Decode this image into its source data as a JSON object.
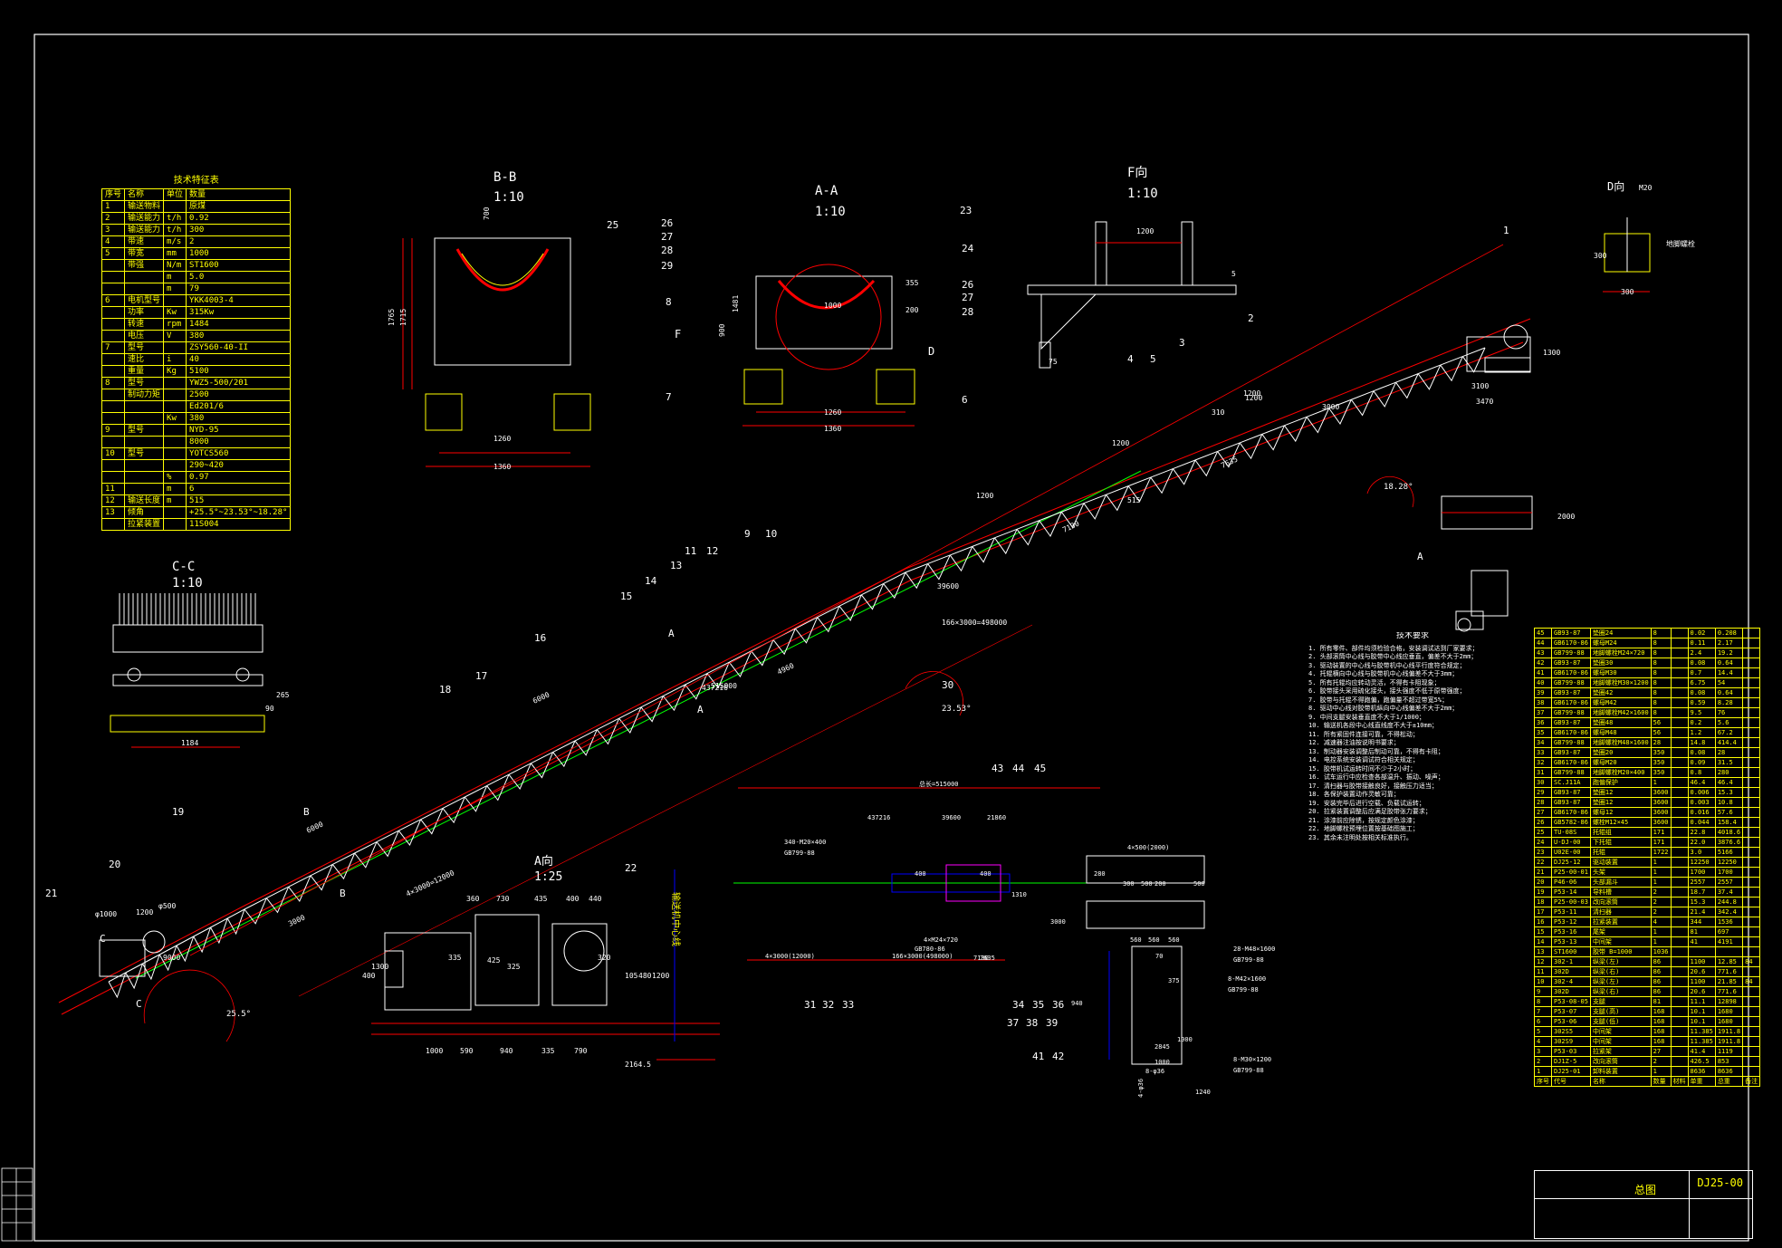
{
  "sheet": {
    "drawing_no": "DJ25-00",
    "title_label": "总图",
    "colors": {
      "background": "#000000",
      "frame": "#ffffff",
      "outline": "#ffffff",
      "conveyor": "#ff0000",
      "dim": "#ff0000",
      "text": "#ffff00",
      "centerline": "#00ff00",
      "hidden": "#0000ff",
      "accent": "#ff00ff"
    }
  },
  "tech_table": {
    "title": "技术特征表",
    "header": [
      "序号",
      "名称",
      "单位",
      "数量"
    ],
    "rows": [
      [
        "1",
        "输送物料",
        "",
        "原煤"
      ],
      [
        "2",
        "输送能力",
        "t/h",
        "0.92"
      ],
      [
        "3",
        "输送能力",
        "t/h",
        "300"
      ],
      [
        "4",
        "带速",
        "m/s",
        "2"
      ],
      [
        "5",
        "带宽",
        "mm",
        "1000"
      ],
      [
        "",
        "带强",
        "N/m",
        "ST1600"
      ],
      [
        "",
        "",
        "m",
        "5.0"
      ],
      [
        "",
        "",
        "m",
        "79"
      ],
      [
        "6",
        "电机型号",
        "",
        "YKK4003-4"
      ],
      [
        "",
        "功率",
        "Kw",
        "315Kw"
      ],
      [
        "",
        "转速",
        "rpm",
        "1484"
      ],
      [
        "",
        "电压",
        "V",
        "380"
      ],
      [
        "7",
        "型号",
        "",
        "ZSY560-40-II"
      ],
      [
        "",
        "速比",
        "i",
        "40"
      ],
      [
        "",
        "重量",
        "Kg",
        "5100"
      ],
      [
        "8",
        "型号",
        "",
        "YWZ5-500/201"
      ],
      [
        "",
        "制动力矩",
        "",
        "2500"
      ],
      [
        "",
        "",
        "",
        "Ed201/6"
      ],
      [
        "",
        "",
        "Kw",
        "380"
      ],
      [
        "9",
        "型号",
        "",
        "NYD-95"
      ],
      [
        "",
        "",
        "",
        "8000"
      ],
      [
        "10",
        "型号",
        "",
        "YOTCS560"
      ],
      [
        "",
        "",
        "",
        "290~420"
      ],
      [
        "",
        "",
        "%",
        "0.97"
      ],
      [
        "11",
        "",
        "m",
        "6"
      ],
      [
        "12",
        "输送长度",
        "m",
        "515"
      ],
      [
        "13",
        "倾角",
        "",
        "+25.5°~23.53°~18.28°"
      ],
      [
        "",
        "拉紧装置",
        "",
        "11S004"
      ]
    ]
  },
  "views": {
    "bb": {
      "name": "B-B",
      "scale": "1:10",
      "dims": [
        "700",
        "1765",
        "1715",
        "1260",
        "1360"
      ],
      "callout": "25"
    },
    "aa": {
      "name": "A-A",
      "scale": "1:10",
      "dims": [
        "1000",
        "1481",
        "900",
        "1260",
        "1360",
        "355",
        "200"
      ],
      "callouts": [
        "26",
        "27",
        "28",
        "29",
        "8",
        "7",
        "23",
        "24",
        "26",
        "27",
        "28",
        "6"
      ],
      "arrows": [
        "F",
        "D"
      ]
    },
    "fv": {
      "name": "F向",
      "scale": "1:10",
      "dims": [
        "1200",
        "75",
        "5"
      ]
    },
    "dv": {
      "name": "D向",
      "dims": [
        "300",
        "300",
        "M20"
      ],
      "label": "地脚螺栓"
    },
    "cc": {
      "name": "C-C",
      "scale": "1:10",
      "dims": [
        "265",
        "90",
        "1184"
      ]
    },
    "av": {
      "name": "A向",
      "scale": "1:25",
      "dims": [
        "360",
        "730",
        "435",
        "400",
        "440",
        "335",
        "425",
        "325",
        "320",
        "105",
        "480",
        "1200",
        "400",
        "1300",
        "1000",
        "590",
        "940",
        "335",
        "790",
        "2164.5"
      ],
      "callout": "22",
      "side_label": "输送机中心线"
    }
  },
  "main_view": {
    "callouts": [
      "1",
      "2",
      "3",
      "4",
      "5",
      "9",
      "10",
      "11",
      "12",
      "13",
      "14",
      "15",
      "16",
      "17",
      "18",
      "19",
      "20",
      "21",
      "30"
    ],
    "dims": [
      "1200",
      "1200",
      "1200",
      "1200",
      "3000",
      "3100",
      "3470",
      "1300",
      "7635",
      "7130",
      "39600",
      "166×3000=498000",
      "515000",
      "437216",
      "4960",
      "6000",
      "6000",
      "4×3000=12000",
      "3000",
      "9000",
      "φ500",
      "φ1000",
      "1200",
      "310",
      "515",
      "2000"
    ],
    "angles": [
      "25.5°",
      "23.53°",
      "18.28°"
    ],
    "labels": [
      "A",
      "A",
      "B",
      "B",
      "C",
      "C",
      "A"
    ]
  },
  "plan_view": {
    "callouts": [
      "43",
      "44",
      "45",
      "31",
      "32",
      "33",
      "34",
      "35",
      "36",
      "37",
      "38",
      "39",
      "41",
      "42"
    ],
    "dims": [
      "总长=515000",
      "437216",
      "39600",
      "21860",
      "340-M20×400",
      "GB799-88",
      "400",
      "400",
      "1310",
      "3000",
      "4×M24×720",
      "GB780-86",
      "7130",
      "7635",
      "4×3000(12000)",
      "166×3000(498000)",
      "4×500(2000)",
      "300",
      "500",
      "200",
      "500",
      "280",
      "28-M48×1600",
      "GB799-88",
      "8-M42×1600",
      "GB799-88",
      "8-M30×1200",
      "GB799-88",
      "560",
      "560",
      "560",
      "1240",
      "1000",
      "1000",
      "940",
      "375",
      "70",
      "2845",
      "8-φ36"
    ],
    "hole_text": "4-φ36"
  },
  "notes": {
    "heading": "技术要求",
    "lines": [
      "1. 所有零件、部件均须检验合格，安装调试达到厂家要求；",
      "2. 头部滚筒中心线与胶带中心线应垂直，偏差不大于2mm；",
      "3. 驱动装置的中心线与胶带机中心线平行度符合规定；",
      "4. 托辊横向中心线与胶带机中心线偏差不大于3mm；",
      "5. 所有托辊均应转动灵活，不得有卡阻现象；",
      "6. 胶带接头采用硫化接头，接头强度不低于原带强度；",
      "7. 胶带与托辊不得跑偏，跑偏量不超过带宽5%；",
      "8. 驱动中心线对胶带机纵向中心线偏差不大于2mm；",
      "9. 中间支腿安装垂直度不大于1/1000；",
      "10. 输送机各段中心线直线度不大于±10mm；",
      "11. 所有紧固件连接可靠，不得松动；",
      "12. 减速器注油按说明书要求；",
      "13. 制动器安装调整后制动可靠，不得有卡阻；",
      "14. 电控系统安装调试符合相关规定；",
      "15. 胶带机试运转时间不少于2小时；",
      "16. 试车运行中应检查各部温升、振动、噪声；",
      "17. 清扫器与胶带接触良好，接触压力适当；",
      "18. 各保护装置动作灵敏可靠；",
      "19. 安装完毕后进行空载、负载试运转；",
      "20. 拉紧装置调整后应满足胶带张力要求；",
      "21. 涂漆前应除锈，按规定颜色涂漆；",
      "22. 地脚螺栓预埋位置按基础图施工；",
      "23. 其余未注明处按相关标准执行。"
    ]
  },
  "parts_list": {
    "header": [
      "序号",
      "代号",
      "名称",
      "数量",
      "材料",
      "单重",
      "总重",
      "备注"
    ],
    "rows": [
      [
        "45",
        "GB93-87",
        "垫圈24",
        "8",
        "",
        "0.02",
        "0.208",
        ""
      ],
      [
        "44",
        "GB6170-86",
        "螺母M24",
        "8",
        "",
        "0.11",
        "2.17",
        ""
      ],
      [
        "43",
        "GB799-88",
        "地脚螺栓M24×720",
        "8",
        "",
        "2.4",
        "19.2",
        ""
      ],
      [
        "42",
        "GB93-87",
        "垫圈30",
        "8",
        "",
        "0.08",
        "0.64",
        ""
      ],
      [
        "41",
        "GB6170-86",
        "螺母M30",
        "8",
        "",
        "0.7",
        "14.4",
        ""
      ],
      [
        "40",
        "GB799-88",
        "地脚螺栓M30×1200",
        "8",
        "",
        "6.75",
        "54",
        ""
      ],
      [
        "39",
        "GB93-87",
        "垫圈42",
        "8",
        "",
        "0.08",
        "0.64",
        ""
      ],
      [
        "38",
        "GB6170-86",
        "螺母M42",
        "8",
        "",
        "0.59",
        "8.28",
        ""
      ],
      [
        "37",
        "GB799-88",
        "地脚螺栓M42×1600",
        "8",
        "",
        "9.5",
        "76",
        ""
      ],
      [
        "36",
        "GB93-87",
        "垫圈48",
        "56",
        "",
        "0.2",
        "5.6",
        ""
      ],
      [
        "35",
        "GB6170-86",
        "螺母M48",
        "56",
        "",
        "1.2",
        "67.2",
        ""
      ],
      [
        "34",
        "GB799-88",
        "地脚螺栓M48×1600",
        "28",
        "",
        "14.8",
        "414.4",
        ""
      ],
      [
        "33",
        "GB93-87",
        "垫圈20",
        "350",
        "",
        "0.08",
        "28",
        ""
      ],
      [
        "32",
        "GB6170-86",
        "螺母M20",
        "350",
        "",
        "0.09",
        "31.5",
        ""
      ],
      [
        "31",
        "GB799-88",
        "地脚螺栓M20×400",
        "350",
        "",
        "0.8",
        "280",
        ""
      ],
      [
        "30",
        "SC.J11A",
        "跑偏保护",
        "1",
        "",
        "46.4",
        "46.4",
        ""
      ],
      [
        "29",
        "GB93-87",
        "垫圈12",
        "3600",
        "",
        "0.006",
        "15.3",
        ""
      ],
      [
        "28",
        "GB93-87",
        "垫圈12",
        "3600",
        "",
        "0.003",
        "10.8",
        ""
      ],
      [
        "27",
        "GB6170-86",
        "螺母12",
        "3600",
        "",
        "0.016",
        "57.6",
        ""
      ],
      [
        "26",
        "GB5782-86",
        "螺栓M12×45",
        "3600",
        "",
        "0.044",
        "158.4",
        ""
      ],
      [
        "25",
        "TU-08S",
        "托辊组",
        "171",
        "",
        "22.8",
        "4018.6",
        ""
      ],
      [
        "24",
        "U-DJ-00",
        "下托辊",
        "171",
        "",
        "22.0",
        "3876.6",
        ""
      ],
      [
        "23",
        "U02E-00",
        "托辊",
        "1722",
        "",
        "3.0",
        "5166",
        ""
      ],
      [
        "22",
        "DJ25-12",
        "驱动装置",
        "1",
        "",
        "12250",
        "12250",
        ""
      ],
      [
        "21",
        "P25-00-01",
        "头架",
        "1",
        "",
        "1700",
        "1700",
        ""
      ],
      [
        "20",
        "P46-06",
        "头部漏斗",
        "1",
        "",
        "2557",
        "2557",
        ""
      ],
      [
        "19",
        "P53-14",
        "导料槽",
        "2",
        "",
        "18.7",
        "37.4",
        ""
      ],
      [
        "18",
        "P25-00-03",
        "改向滚筒",
        "2",
        "",
        "15.3",
        "244.8",
        ""
      ],
      [
        "17",
        "P53-11",
        "清扫器",
        "2",
        "",
        "21.4",
        "342.4",
        ""
      ],
      [
        "16",
        "P53-12",
        "拉紧装置",
        "4",
        "",
        "344",
        "1536",
        ""
      ],
      [
        "15",
        "P53-16",
        "尾架",
        "1",
        "",
        "81",
        "697",
        ""
      ],
      [
        "14",
        "P53-13",
        "中间架",
        "1",
        "",
        "41",
        "4191",
        ""
      ],
      [
        "13",
        "ST1600",
        "胶带 B=1000",
        "1036",
        "",
        "",
        "",
        ""
      ],
      [
        "12",
        "302-1",
        "纵梁(左)",
        "86",
        "",
        "1100",
        "12.85",
        "84"
      ],
      [
        "11",
        "302D",
        "纵梁(右)",
        "86",
        "",
        "20.6",
        "771.6",
        ""
      ],
      [
        "10",
        "302-4",
        "纵梁(左)",
        "86",
        "",
        "1100",
        "21.85",
        "84"
      ],
      [
        "9",
        "302D",
        "纵梁(右)",
        "86",
        "",
        "20.6",
        "771.6",
        ""
      ],
      [
        "8",
        "P53-08-05",
        "支腿",
        "81",
        "",
        "11.1",
        "12898",
        ""
      ],
      [
        "7",
        "P53-07",
        "支腿(高)",
        "168",
        "",
        "10.1",
        "1680",
        ""
      ],
      [
        "6",
        "P53-06",
        "支腿(低)",
        "168",
        "",
        "10.1",
        "1680",
        ""
      ],
      [
        "5",
        "302S5",
        "中间架",
        "168",
        "",
        "11.385",
        "1911.8",
        ""
      ],
      [
        "4",
        "302S9",
        "中间架",
        "168",
        "",
        "11.385",
        "1911.8",
        ""
      ],
      [
        "3",
        "P53-03",
        "拉紧架",
        "27",
        "",
        "41.4",
        "1119",
        ""
      ],
      [
        "2",
        "DJ1Z-5",
        "改向滚筒",
        "2",
        "",
        "426.5",
        "853",
        ""
      ],
      [
        "1",
        "DJ25-01",
        "卸料装置",
        "1",
        "",
        "8636",
        "8636",
        ""
      ]
    ]
  }
}
